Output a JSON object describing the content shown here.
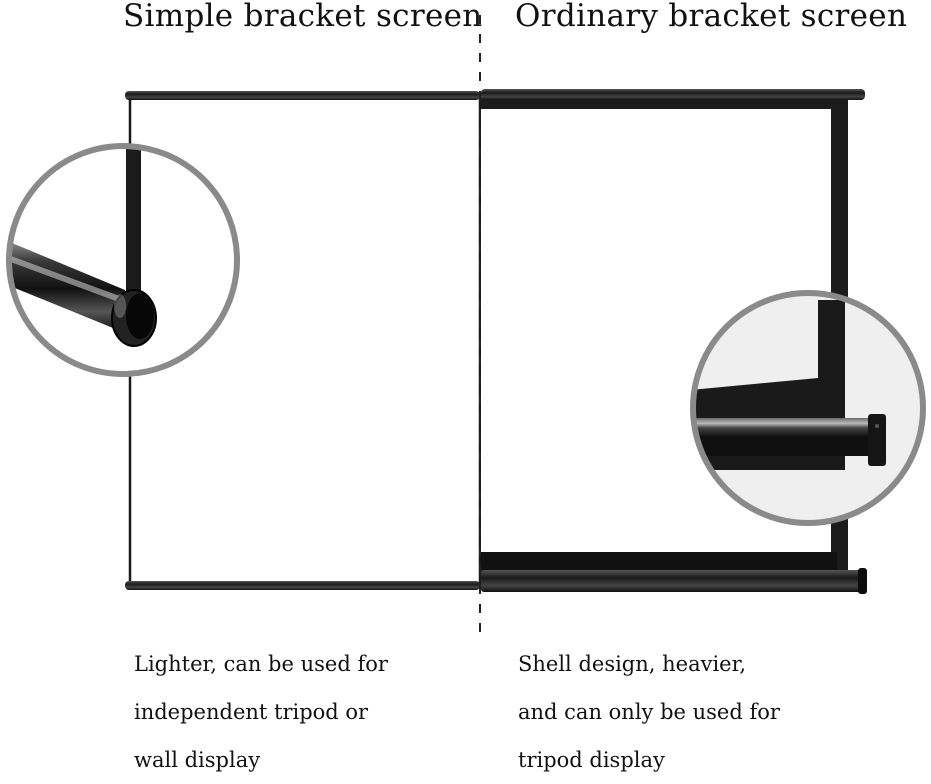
{
  "left": {
    "title": "Simple bracket screen",
    "lines": [
      "Lighter, can be used for",
      "independent tripod or",
      "wall display"
    ]
  },
  "right": {
    "title": "Ordinary bracket screen",
    "lines": [
      "Shell design, heavier,",
      "and can only be used for",
      "tripod display"
    ]
  }
}
